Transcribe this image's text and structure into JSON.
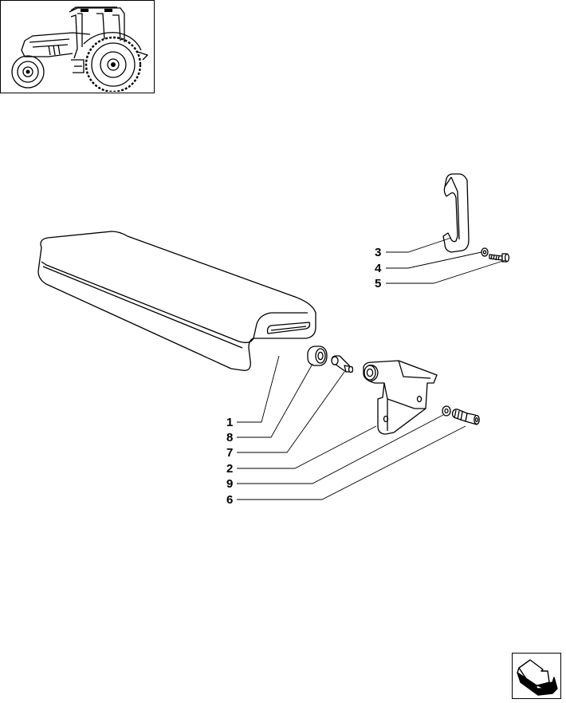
{
  "thumbnail": {
    "icon": "tractor-icon"
  },
  "callouts": [
    {
      "id": "c3",
      "text": "3"
    },
    {
      "id": "c4",
      "text": "4"
    },
    {
      "id": "c5",
      "text": "5"
    },
    {
      "id": "c1",
      "text": "1"
    },
    {
      "id": "c8",
      "text": "8"
    },
    {
      "id": "c7",
      "text": "7"
    },
    {
      "id": "c2",
      "text": "2"
    },
    {
      "id": "c9",
      "text": "9"
    },
    {
      "id": "c6",
      "text": "6"
    }
  ],
  "navigation": {
    "next_icon": "next-page-arrow-icon"
  }
}
